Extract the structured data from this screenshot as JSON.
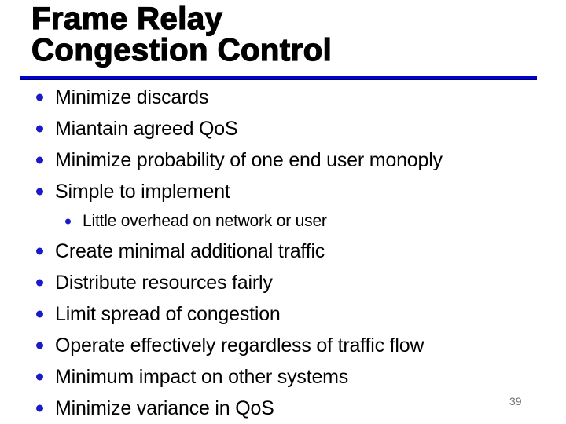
{
  "title": {
    "line1": "Frame Relay",
    "line2": "Congestion Control"
  },
  "bullets": [
    {
      "level": 1,
      "text": "Minimize discards"
    },
    {
      "level": 1,
      "text": "Miantain agreed QoS"
    },
    {
      "level": 1,
      "text": "Minimize probability of one end user monoply"
    },
    {
      "level": 1,
      "text": "Simple to implement"
    },
    {
      "level": 2,
      "text": "Little overhead on network or user"
    },
    {
      "level": 1,
      "text": "Create minimal additional traffic"
    },
    {
      "level": 1,
      "text": "Distribute resources fairly"
    },
    {
      "level": 1,
      "text": "Limit spread of congestion"
    },
    {
      "level": 1,
      "text": "Operate effectively regardless of traffic flow"
    },
    {
      "level": 1,
      "text": "Minimum impact on other systems"
    },
    {
      "level": 1,
      "text": "Minimize variance in QoS"
    }
  ],
  "page_number": "39",
  "colors": {
    "background": "#FFFFFF",
    "title": "#000000",
    "text": "#000000",
    "divider": "#0000D0",
    "divider_edge": "#000066",
    "bullet": "#1A1AC8",
    "page_number": "#6E6E6E"
  }
}
